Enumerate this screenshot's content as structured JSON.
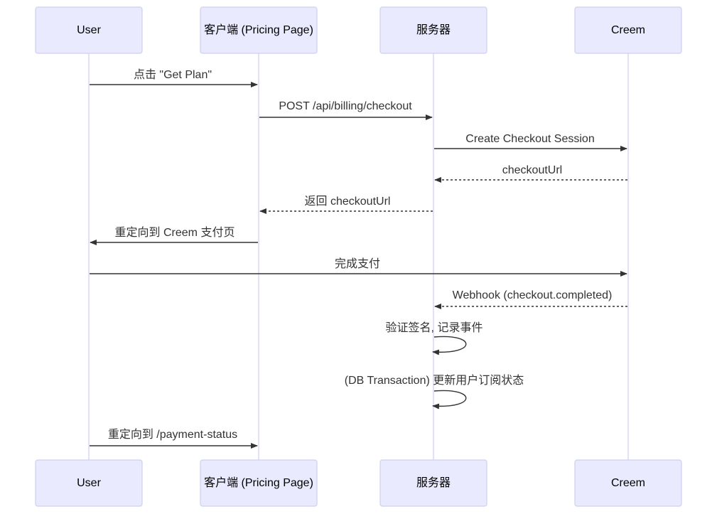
{
  "participants": [
    {
      "id": "user",
      "label": "User"
    },
    {
      "id": "client",
      "label": "客户端 (Pricing Page)"
    },
    {
      "id": "server",
      "label": "服务器"
    },
    {
      "id": "creem",
      "label": "Creem"
    }
  ],
  "messages": [
    {
      "from": "user",
      "to": "client",
      "label": "点击 \"Get Plan\"",
      "style": "solid"
    },
    {
      "from": "client",
      "to": "server",
      "label": "POST /api/billing/checkout",
      "style": "solid"
    },
    {
      "from": "server",
      "to": "creem",
      "label": "Create Checkout Session",
      "style": "solid"
    },
    {
      "from": "creem",
      "to": "server",
      "label": "checkoutUrl",
      "style": "dashed"
    },
    {
      "from": "server",
      "to": "client",
      "label": "返回 checkoutUrl",
      "style": "dashed"
    },
    {
      "from": "client",
      "to": "user",
      "label": "重定向到 Creem 支付页",
      "style": "solid"
    },
    {
      "from": "user",
      "to": "creem",
      "label": "完成支付",
      "style": "solid"
    },
    {
      "from": "creem",
      "to": "server",
      "label": "Webhook (checkout.completed)",
      "style": "dashed"
    },
    {
      "from": "server",
      "to": "server",
      "label": "验证签名, 记录事件",
      "style": "solid"
    },
    {
      "from": "server",
      "to": "server",
      "label": "(DB Transaction) 更新用户订阅状态",
      "style": "solid"
    },
    {
      "from": "user",
      "to": "client",
      "label": "重定向到 /payment-status",
      "style": "solid"
    }
  ],
  "colors": {
    "actor_fill": "#eaeaff",
    "actor_stroke": "#cfcff0",
    "lifeline": "#d7d7f5",
    "message": "#333333"
  }
}
